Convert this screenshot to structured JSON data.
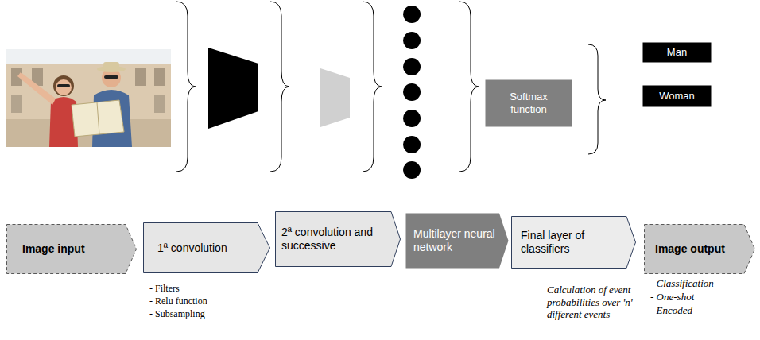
{
  "diagram": {
    "nodes": [
      {
        "text": [
          "Softmax function"
        ]
      },
      {
        "text": [
          "Man"
        ]
      },
      {
        "text": [
          "Woman"
        ]
      },
      {
        "text": [
          "Image input"
        ]
      },
      {
        "text": [
          "1ª convolution"
        ]
      },
      {
        "text": [
          "2ª convolution and successive"
        ]
      },
      {
        "text": [
          "Multilayer neural network"
        ]
      },
      {
        "text": [
          "Final layer of classifiers"
        ]
      },
      {
        "text": [
          "Image output"
        ]
      }
    ],
    "labels": [
      "- Filters",
      "- Relu function",
      "- Subsampling",
      "Calculation of event probabilities over 'n' different events",
      "- Classification",
      "- One-shot",
      "- Encoded"
    ]
  }
}
